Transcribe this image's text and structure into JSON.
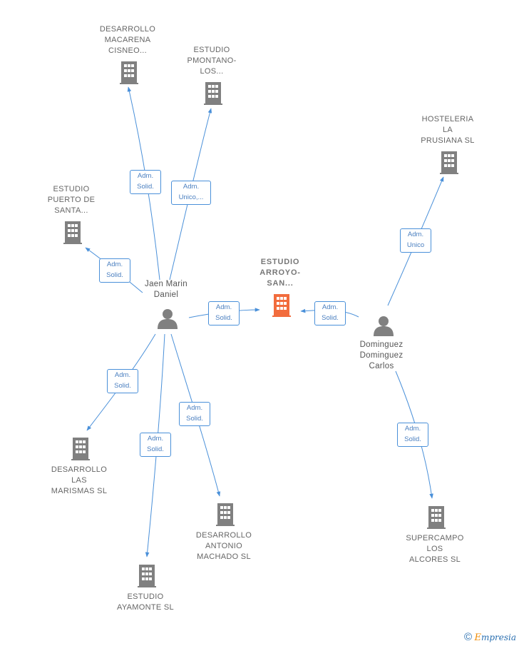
{
  "colors": {
    "company": "#808080",
    "main_company": "#f26c3d",
    "person": "#808080",
    "edge": "#4a90d9"
  },
  "nodes": {
    "desarrollo_macarena": "DESARROLLO\nMACARENA\nCISNEO...",
    "estudio_pmontano": "ESTUDIO\nPMONTANO-\nLOS...",
    "hosteleria_prusiana": "HOSTELERIA\nLA\nPRUSIANA SL",
    "estudio_puerto": "ESTUDIO\nPUERTO DE\nSANTA...",
    "estudio_arroyo": "ESTUDIO\nARROYO-\nSAN...",
    "jaen_marin": "Jaen Marin\nDaniel",
    "dominguez": "Dominguez\nDominguez\nCarlos",
    "desarrollo_marismas": "DESARROLLO\nLAS\nMARISMAS  SL",
    "desarrollo_antonio": "DESARROLLO\nANTONIO\nMACHADO  SL",
    "estudio_ayamonte": "ESTUDIO\nAYAMONTE  SL",
    "supercampo": "SUPERCAMPO\nLOS\nALCORES SL"
  },
  "edges": {
    "e_macarena": "Adm.\nSolid.",
    "e_pmontano": "Adm.\nUnico,...",
    "e_puerto": "Adm.\nSolid.",
    "e_arroyo_jaen": "Adm.\nSolid.",
    "e_arroyo_dom": "Adm.\nSolid.",
    "e_hosteleria": "Adm.\nUnico",
    "e_marismas": "Adm.\nSolid.",
    "e_ayamonte": "Adm.\nSolid.",
    "e_antonio": "Adm.\nSolid.",
    "e_supercampo": "Adm.\nSolid."
  },
  "footer": {
    "copyright": "©",
    "brand_initial": "E",
    "brand_rest": "mpresia"
  }
}
